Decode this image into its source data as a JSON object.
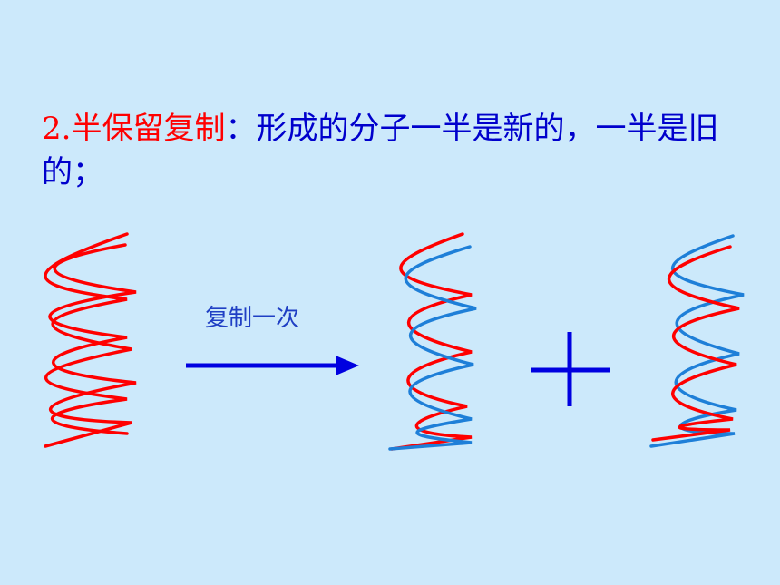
{
  "heading": {
    "number": "2.",
    "term": "半保留复制",
    "colon": "：",
    "description": "形成的分子一半是新的，一半是旧的；"
  },
  "arrow": {
    "label": "复制一次"
  },
  "colors": {
    "old_strand": "#ff0000",
    "new_strand": "#1e7fd8",
    "heading_term": "#ff0000",
    "heading_text": "#0000cc",
    "arrow": "#0000e0",
    "background": "#cce9fb"
  }
}
